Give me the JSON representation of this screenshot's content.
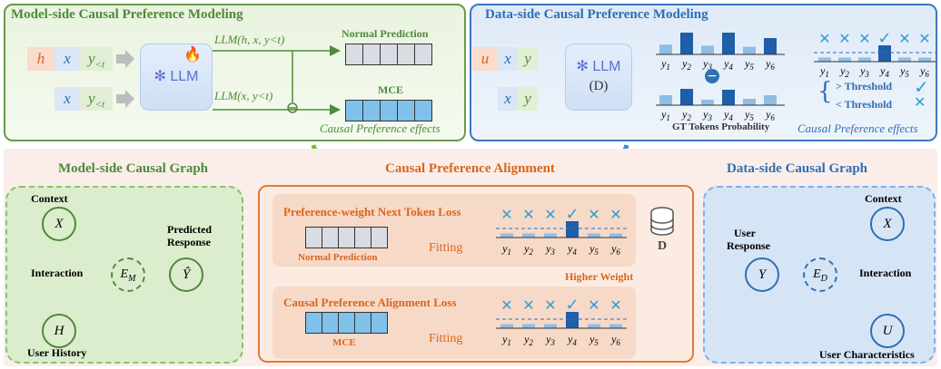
{
  "model_side": {
    "title": "Model-side Causal Preference Modeling",
    "inputs_top": [
      "h",
      "x",
      "y<t"
    ],
    "inputs_bottom": [
      "x",
      "y<t"
    ],
    "llm_label": "LLM",
    "llm_full": "LLM(h, x, y<t)",
    "llm_partial": "LLM(x, y<t)",
    "normal_prediction": "Normal Prediction",
    "mce": "MCE",
    "effects_label": "Causal Preference effects"
  },
  "data_side": {
    "title": "Data-side Causal Preference Modeling",
    "inputs_top": [
      "u",
      "x",
      "y"
    ],
    "inputs_bottom": [
      "x",
      "y"
    ],
    "llm_label": "LLM",
    "dataset_symbol": "(D)",
    "y_labels": [
      "y1",
      "y2",
      "y3",
      "y4",
      "y5",
      "y6"
    ],
    "bars_top": [
      0.45,
      1.0,
      0.4,
      1.0,
      0.35,
      0.75
    ],
    "bars_bottom": [
      0.55,
      0.9,
      0.3,
      0.85,
      0.35,
      0.55
    ],
    "gt_label": "GT Tokens Probability",
    "above_threshold": "> Threshold",
    "below_threshold": "< Threshold",
    "effects_label": "Causal Preference effects"
  },
  "model_graph": {
    "title": "Model-side Causal Graph",
    "context": "Context",
    "context_node": "X",
    "interaction": "Interaction",
    "interaction_node": "E_M",
    "history_node": "H",
    "history": "User History",
    "predicted": "Predicted",
    "response": "Response",
    "pred_node": "Ŷ"
  },
  "alignment": {
    "title": "Causal Preference Alignment",
    "loss1": "Preference-weight Next Token Loss",
    "loss2": "Causal Preference Alignment Loss",
    "normal_prediction": "Normal Prediction",
    "mce": "MCE",
    "fitting": "Fitting",
    "higher_weight": "Higher Weight",
    "dataset_symbol": "D",
    "y_labels": [
      "y1",
      "y2",
      "y3",
      "y4",
      "y5",
      "y6"
    ]
  },
  "data_graph": {
    "title": "Data-side Causal Graph",
    "context": "Context",
    "context_node": "X",
    "user": "User",
    "response": "Response",
    "y_node": "Y",
    "interaction": "Interaction",
    "interaction_node": "E_D",
    "u_node": "U",
    "characteristics": "User Characteristics"
  }
}
